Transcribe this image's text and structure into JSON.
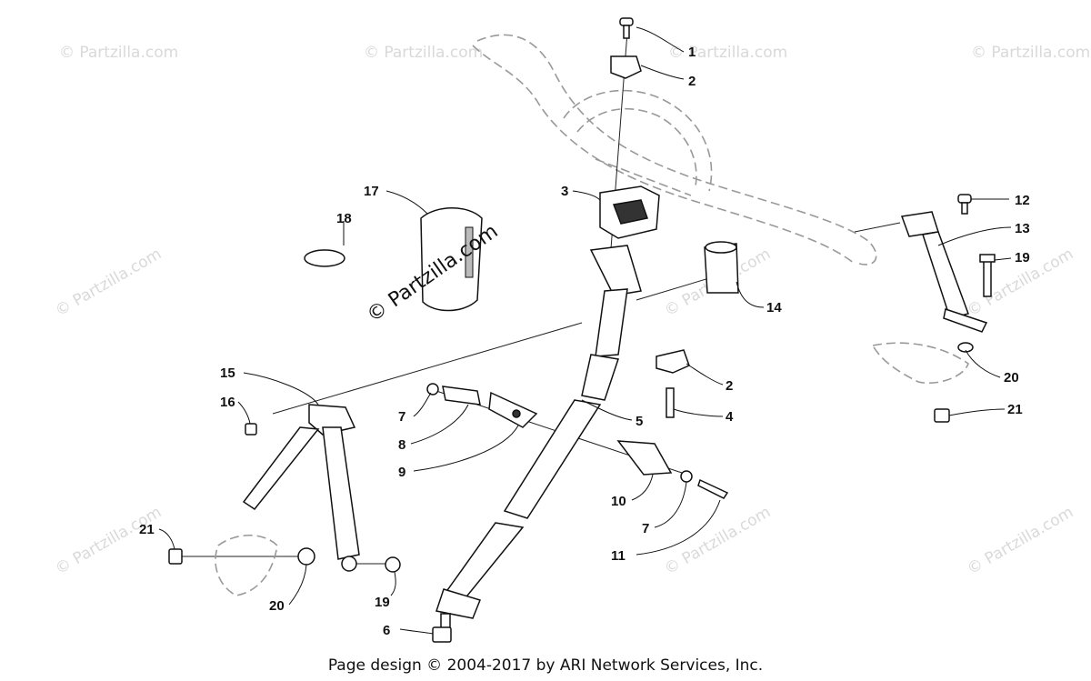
{
  "diagram": {
    "watermark_text": "© Partzilla.com",
    "stamp_text": "© Partzilla.com",
    "footer": "Page design © 2004-2017 by ARI Network Services, Inc.",
    "callouts": [
      {
        "id": "c1",
        "label": "1"
      },
      {
        "id": "c2a",
        "label": "2"
      },
      {
        "id": "c3",
        "label": "3"
      },
      {
        "id": "c12",
        "label": "12"
      },
      {
        "id": "c13",
        "label": "13"
      },
      {
        "id": "c19a",
        "label": "19"
      },
      {
        "id": "c17",
        "label": "17"
      },
      {
        "id": "c18",
        "label": "18"
      },
      {
        "id": "c14",
        "label": "14"
      },
      {
        "id": "c2b",
        "label": "2"
      },
      {
        "id": "c4",
        "label": "4"
      },
      {
        "id": "c5",
        "label": "5"
      },
      {
        "id": "c20a",
        "label": "20"
      },
      {
        "id": "c21a",
        "label": "21"
      },
      {
        "id": "c15",
        "label": "15"
      },
      {
        "id": "c16",
        "label": "16"
      },
      {
        "id": "c7a",
        "label": "7"
      },
      {
        "id": "c8",
        "label": "8"
      },
      {
        "id": "c9",
        "label": "9"
      },
      {
        "id": "c10",
        "label": "10"
      },
      {
        "id": "c7b",
        "label": "7"
      },
      {
        "id": "c11",
        "label": "11"
      },
      {
        "id": "c21b",
        "label": "21"
      },
      {
        "id": "c20b",
        "label": "20"
      },
      {
        "id": "c19b",
        "label": "19"
      },
      {
        "id": "c6",
        "label": "6"
      }
    ]
  }
}
